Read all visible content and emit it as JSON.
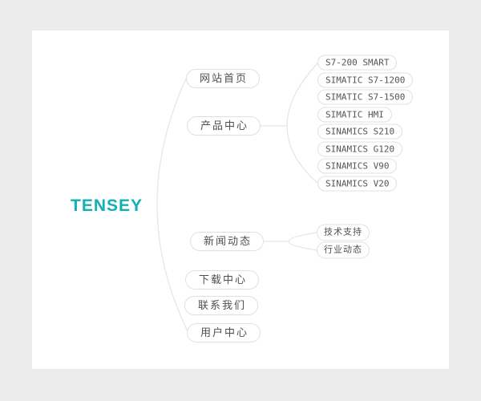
{
  "page": {
    "background_color": "#ececec",
    "card_color": "#ffffff",
    "line_color": "#e6e6e6",
    "pill_border_color": "#e0e0e0",
    "pill_text_color": "#4f4f4f"
  },
  "root": {
    "label": "TENSEY",
    "color": "#12b0b5"
  },
  "level1": [
    {
      "id": "home",
      "label": "网站首页"
    },
    {
      "id": "products",
      "label": "产品中心"
    },
    {
      "id": "news",
      "label": "新闻动态"
    },
    {
      "id": "downloads",
      "label": "下载中心"
    },
    {
      "id": "contact",
      "label": "联系我们"
    },
    {
      "id": "user",
      "label": "用户中心"
    }
  ],
  "products": {
    "items": [
      "S7-200 SMART",
      "SIMATIC S7-1200",
      "SIMATIC S7-1500",
      "SIMATIC HMI",
      "SINAMICS S210",
      "SINAMICS G120",
      "SINAMICS V90",
      "SINAMICS V20"
    ]
  },
  "news": {
    "items": [
      "技术支持",
      "行业动态"
    ]
  }
}
